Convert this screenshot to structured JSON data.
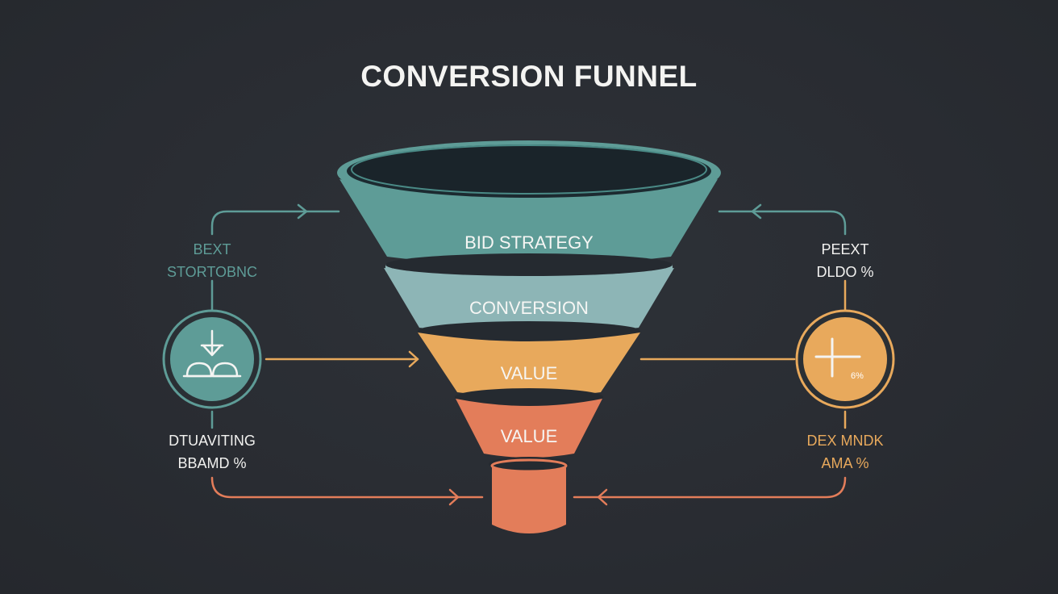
{
  "title": "CONVERSION FUNNEL",
  "stages": [
    {
      "label": "BID STRATEGY",
      "color": "#5e9c97"
    },
    {
      "label": "CONVERSION",
      "color": "#8db5b6"
    },
    {
      "label": "VALUE",
      "color": "#e8a95c"
    },
    {
      "label": "VALUE",
      "color": "#e37d5a"
    }
  ],
  "left_side": {
    "top_label": [
      "BEXT",
      "STORTOBNC"
    ],
    "bottom_label": [
      "DTUAVITING",
      "BBAMD %"
    ],
    "icon": "download-arrow-icon",
    "color_top": "#5e9c97",
    "color_bottom": "#e37d5a"
  },
  "right_side": {
    "top_label": [
      "PEEXT",
      "DLDO %"
    ],
    "bottom_label": [
      "DEX MNDK",
      "AMA %"
    ],
    "icon": "plus-icon",
    "badge_text": "6%",
    "color_top": "#5e9c97",
    "color_bottom": "#e8a95c"
  },
  "colors": {
    "background": "#292d33",
    "teal": "#5e9c97",
    "light_teal": "#8db5b6",
    "amber": "#e8a95c",
    "coral": "#e37d5a"
  }
}
